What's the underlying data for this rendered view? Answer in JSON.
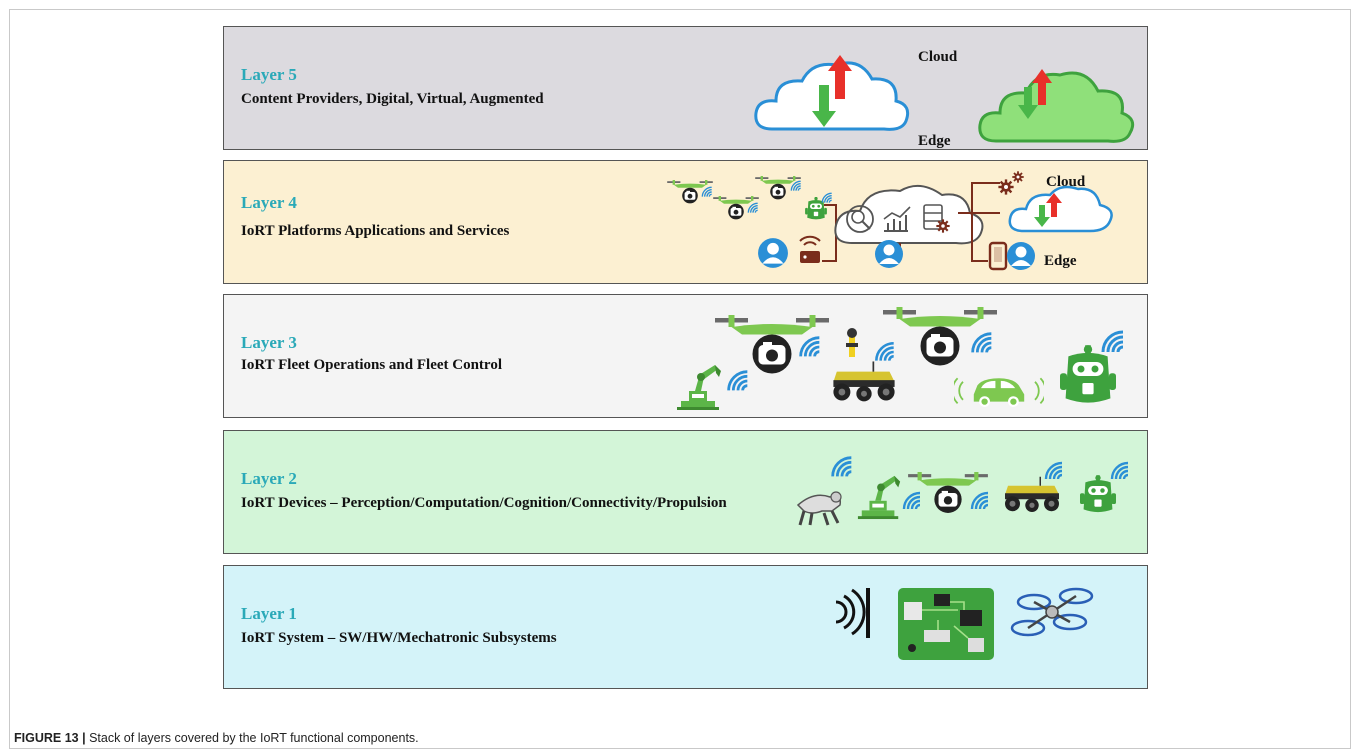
{
  "layers": [
    {
      "name": "Layer 5",
      "description": "Content Providers, Digital, Virtual, Augmented",
      "background": "#dcdadf",
      "labels": {
        "cloud": "Cloud",
        "edge": "Edge"
      }
    },
    {
      "name": "Layer 4",
      "description": "IoRT Platforms Applications and Services",
      "background": "#fcf0d2",
      "labels": {
        "cloud": "Cloud",
        "edge": "Edge"
      }
    },
    {
      "name": "Layer 3",
      "description": "IoRT Fleet Operations and Fleet Control",
      "background": "#f4f4f4"
    },
    {
      "name": "Layer 2",
      "description": "IoRT Devices – Perception/Computation/Cognition/Connectivity/Propulsion",
      "background": "#d3f5d8"
    },
    {
      "name": "Layer 1",
      "description": "IoRT System – SW/HW/Mechatronic Subsystems",
      "background": "#d4f3f9"
    }
  ],
  "caption": {
    "label": "FIGURE 13 |",
    "text": "Stack of layers covered by the IoRT functional components."
  },
  "colors": {
    "layer_title": "#2aa9b8",
    "icon_green": "#7ec850",
    "icon_blue": "#2a8fd6",
    "arrow_up": "#e8302a",
    "arrow_down": "#49b649"
  },
  "icons": [
    "cloud-icon",
    "drone-icon",
    "robot-icon",
    "user-icon",
    "router-icon",
    "gear-icon",
    "robot-arm-icon",
    "rover-icon",
    "car-icon",
    "robot-dog-icon",
    "circuit-board-icon",
    "quadcopter-icon",
    "wifi-icon"
  ]
}
